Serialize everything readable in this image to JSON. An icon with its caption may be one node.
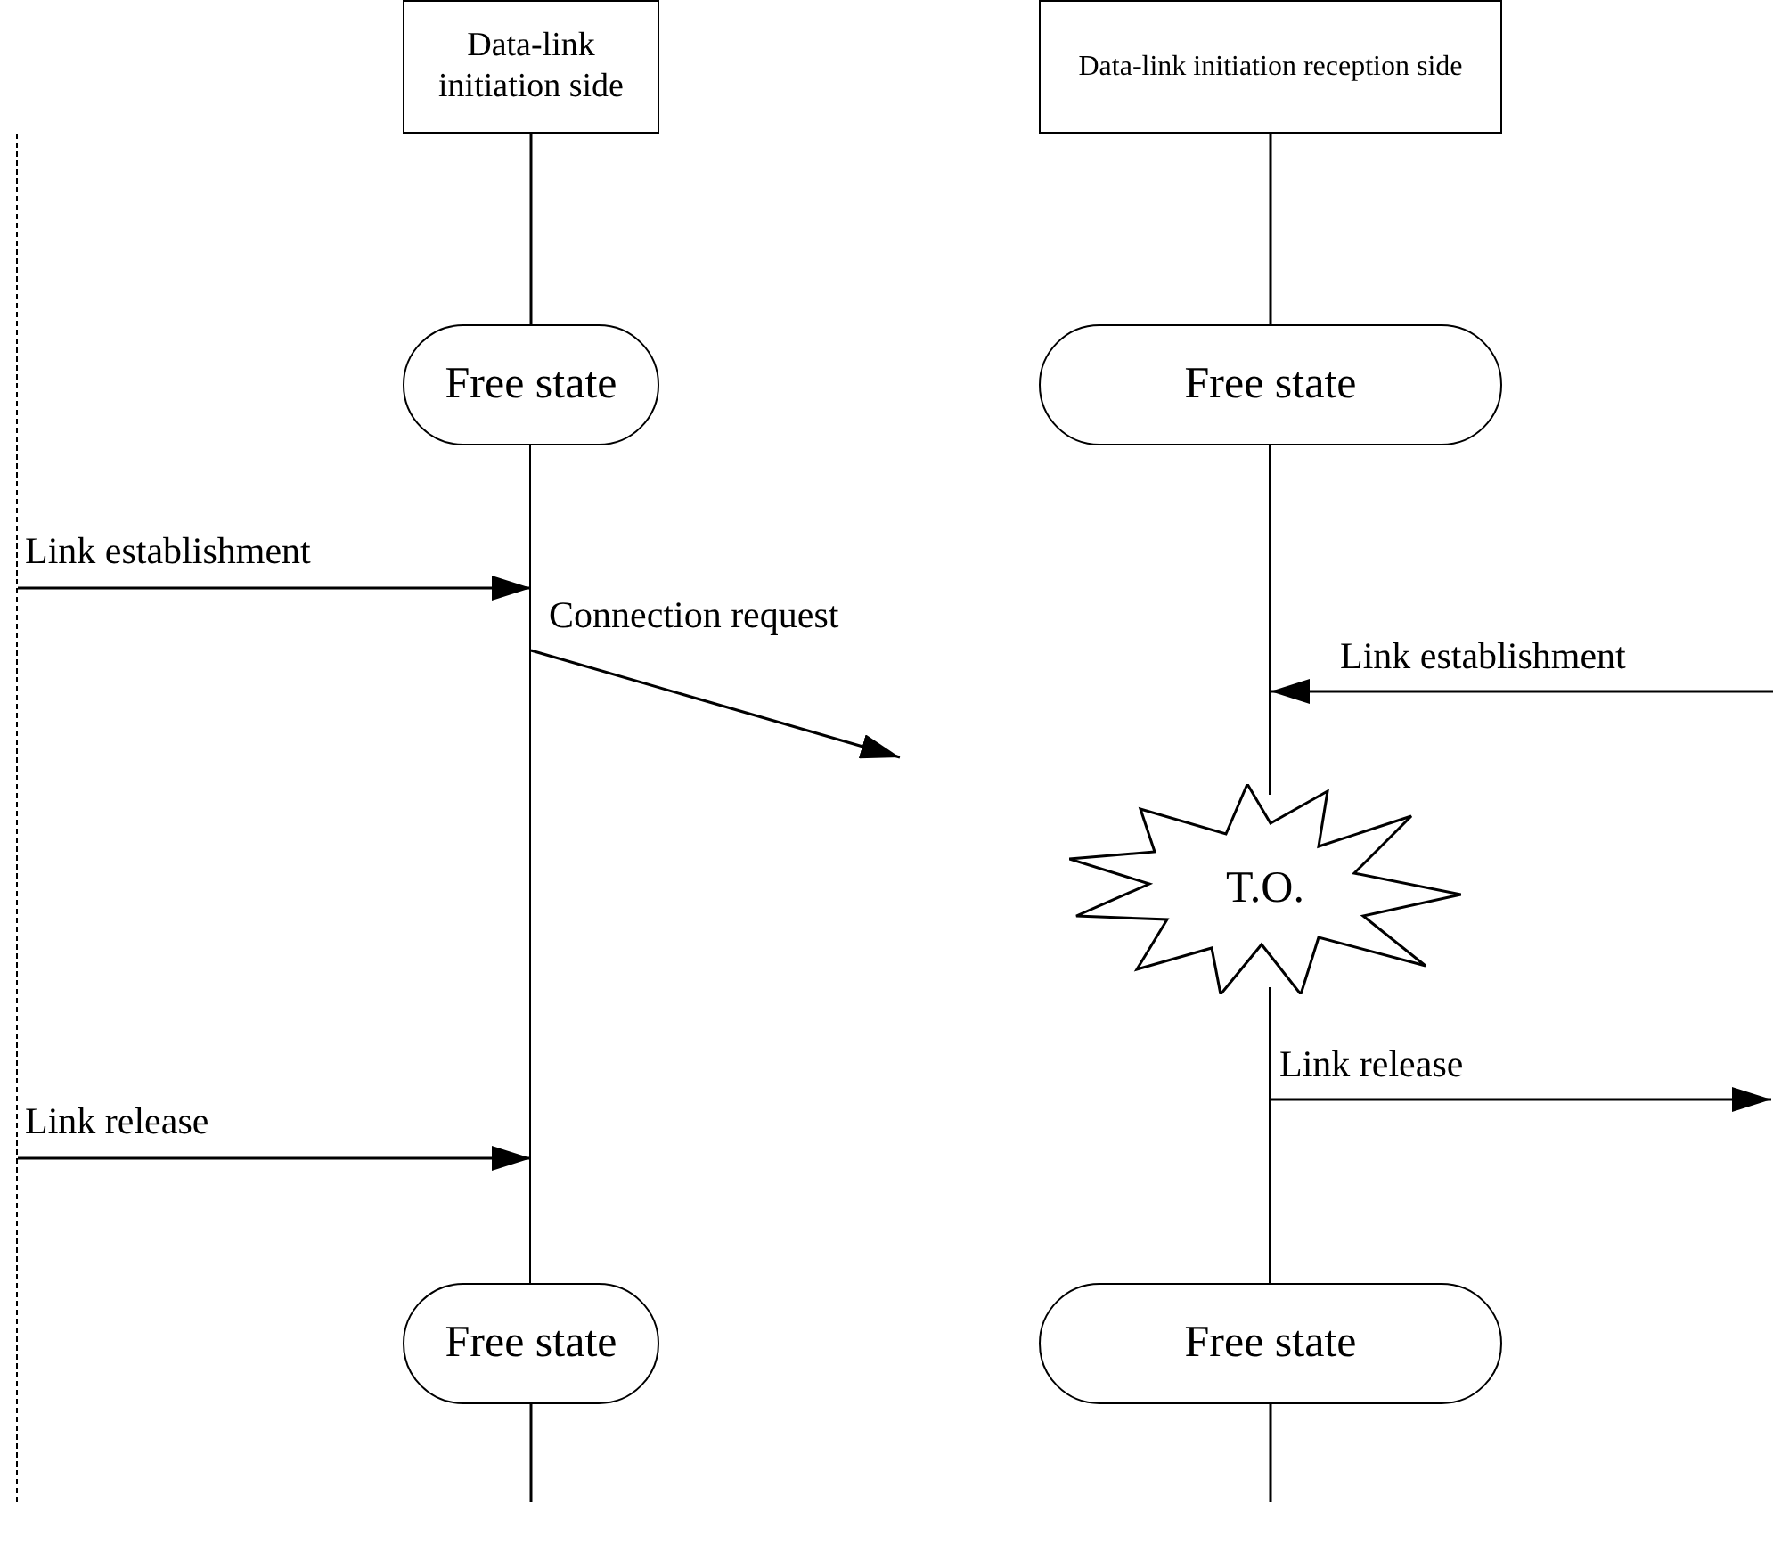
{
  "diagram": {
    "nodes": [
      {
        "text": [
          "Data-link initiation side"
        ]
      },
      {
        "text": [
          "Data-link initiation reception side"
        ]
      },
      {
        "text": [
          "Free state"
        ]
      },
      {
        "text": [
          "Free state"
        ]
      },
      {
        "text": [
          "T.O."
        ]
      },
      {
        "text": [
          "Free state"
        ]
      },
      {
        "text": [
          "Free state"
        ]
      },
      {
        "text": [],
        "shape": "line"
      },
      {
        "text": [],
        "shape": "line"
      },
      {
        "text": [],
        "shape": "line"
      },
      {
        "text": [],
        "shape": "line"
      }
    ],
    "edges": [
      {
        "from": 0,
        "to": 2,
        "arrow": "none"
      },
      {
        "from": 5,
        "to": null,
        "arrow": "none"
      },
      {
        "from": 1,
        "to": 3,
        "arrow": "none"
      },
      {
        "from": 6,
        "to": null,
        "arrow": "none"
      },
      {
        "from": 7,
        "to": 8,
        "arrow": "to",
        "label": "Link establishment"
      },
      {
        "from": 8,
        "to": null,
        "arrow": "to",
        "label": "Connection request"
      },
      {
        "from": null,
        "to": 9,
        "arrow": "to",
        "label": "Link establishment"
      },
      {
        "from": 10,
        "to": null,
        "arrow": "to",
        "label": "Link release"
      },
      {
        "from": 7,
        "to": 8,
        "arrow": "to",
        "label": "Link release"
      }
    ]
  }
}
